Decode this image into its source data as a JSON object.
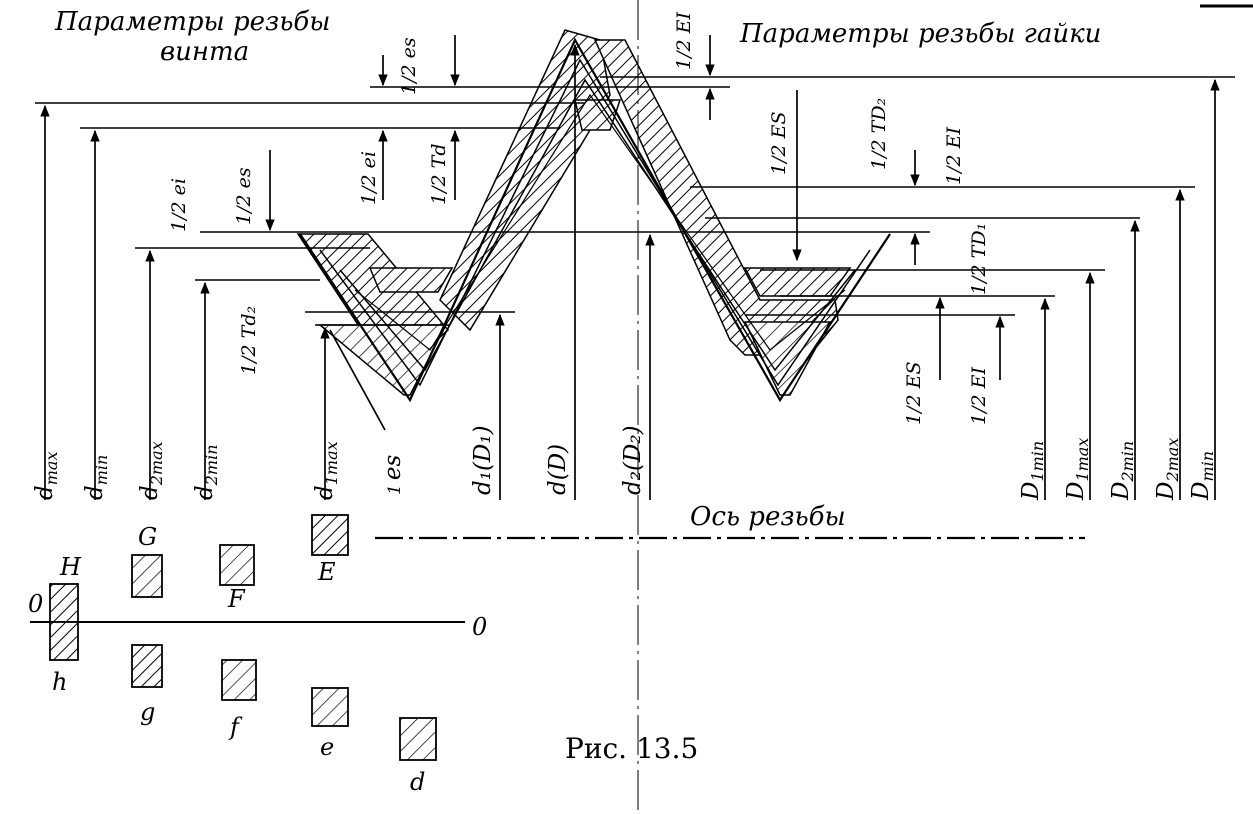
{
  "headings": {
    "bolt": [
      "Параметры резьбы",
      "винта"
    ],
    "nut": "Параметры резьбы гайки"
  },
  "axis_label": "Ось резьбы",
  "caption": "Рис. 13.5",
  "bolt_diameters": [
    "d",
    "d",
    "d",
    "d",
    "d"
  ],
  "bolt_subs": [
    "max",
    "min",
    "2max",
    "2min",
    "1max"
  ],
  "center_labels": [
    "es",
    "d₁(D₁)",
    "d(D)",
    "d₂(D₂)"
  ],
  "nut_diameters": [
    "D",
    "D",
    "D",
    "D",
    "D"
  ],
  "nut_subs": [
    "1min",
    "1max",
    "2min",
    "2max",
    "min"
  ],
  "fractions": [
    "es",
    "EI",
    "ES",
    "TD₂",
    "EI",
    "ei",
    "Td",
    "ei",
    "es",
    "Td₂",
    "TD₁",
    "ES",
    "EI"
  ],
  "fraction_numerator": "1",
  "fraction_denominator": "2",
  "tolerance_letters": [
    "H",
    "G",
    "F",
    "E",
    "h",
    "g",
    "f",
    "e",
    "d",
    "0",
    "0"
  ]
}
